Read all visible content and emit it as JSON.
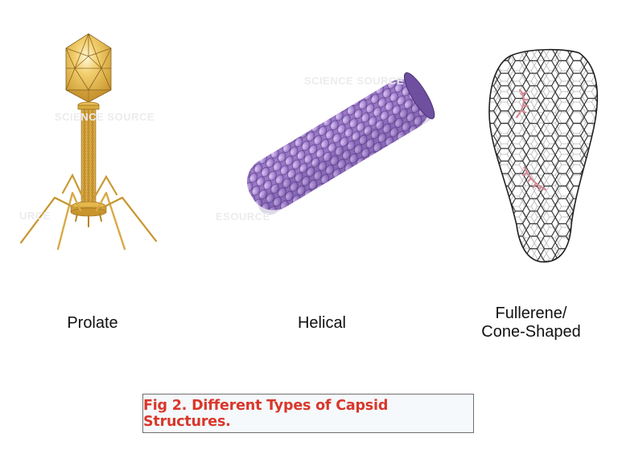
{
  "figure": {
    "caption": "Fig 2. Different Types of Capsid Structures.",
    "caption_color": "#d9372b",
    "panels": [
      {
        "id": "prolate",
        "label": "Prolate",
        "illustration": "bacteriophage-icon",
        "color": "#d9ab3c"
      },
      {
        "id": "helical",
        "label": "Helical",
        "illustration": "helical-capsid-icon",
        "color": "#9a78c8"
      },
      {
        "id": "fullerene",
        "label_line1": "Fullerene/",
        "label_line2": "Cone-Shaped",
        "illustration": "fullerene-cone-capsid-icon",
        "color": "#222222",
        "accent": "#d48a94"
      }
    ],
    "watermarks": [
      "SCIENCE SOURCE",
      "URCE",
      "SCIENCE SOURCE",
      "ESOURCE"
    ]
  }
}
